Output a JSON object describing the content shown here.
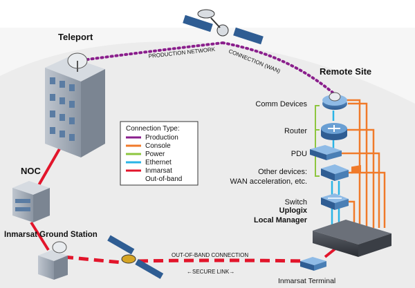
{
  "labels": {
    "teleport": "Teleport",
    "remote_site": "Remote Site",
    "noc": "NOC",
    "ground_station": "Inmarsat Ground Station",
    "production_network": "PRODUCTION NETWORK",
    "connection_wan": "CONNECTION (WAN)",
    "out_of_band": "OUT-OF-BAND CONNECTION",
    "secure_link": "←SECURE LINK→",
    "inmarsat_terminal": "Inmarsat Terminal",
    "local_manager_line1": "Uplogix",
    "local_manager_line2": "Local Manager"
  },
  "devices": {
    "comm": "Comm Devices",
    "router": "Router",
    "pdu": "PDU",
    "other_line1": "Other devices:",
    "other_line2": "WAN acceleration, etc.",
    "switch": "Switch"
  },
  "legend": {
    "title": "Connection Type:",
    "items": [
      {
        "label": "Production",
        "color": "#8a1e8c"
      },
      {
        "label": "Console",
        "color": "#f07a2a"
      },
      {
        "label": "Power",
        "color": "#8dc63f"
      },
      {
        "label": "Ethernet",
        "color": "#2ab4e6"
      },
      {
        "label": "Inmarsat",
        "color": "#e2152b"
      },
      {
        "label": "Out-of-band",
        "color": ""
      }
    ]
  },
  "colors": {
    "production": "#8a1e8c",
    "console": "#f07a2a",
    "power": "#8dc63f",
    "ethernet": "#2ab4e6",
    "inmarsat": "#e2152b",
    "background_panel": "#ebebeb",
    "device_blue": "#4a7fb5"
  }
}
